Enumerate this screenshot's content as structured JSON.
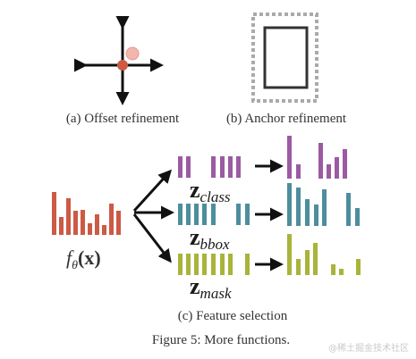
{
  "figure": {
    "caption": "Figure 5: More functions.",
    "panel_a_label": "(a) Offset refinement",
    "panel_b_label": "(b) Anchor refinement",
    "panel_c_label": "(c) Feature selection",
    "input_label": {
      "f": "f",
      "theta": "θ",
      "x": "(x)"
    },
    "branches": [
      {
        "z": "z",
        "sub": "class",
        "color": "#9b5ba3"
      },
      {
        "z": "z",
        "sub": "bbox",
        "color": "#4d8e9c"
      },
      {
        "z": "z",
        "sub": "mask",
        "color": "#a8b43a"
      }
    ],
    "colors": {
      "input_bars": "#cc5a45",
      "offset_dot": "#cc5a45",
      "offset_ghost": "#f2b6ad",
      "anchor_box": "#333333",
      "anchor_dashed": "#aaaaaa",
      "arrows": "#111111"
    }
  },
  "watermark": "@稀土掘金技术社区"
}
